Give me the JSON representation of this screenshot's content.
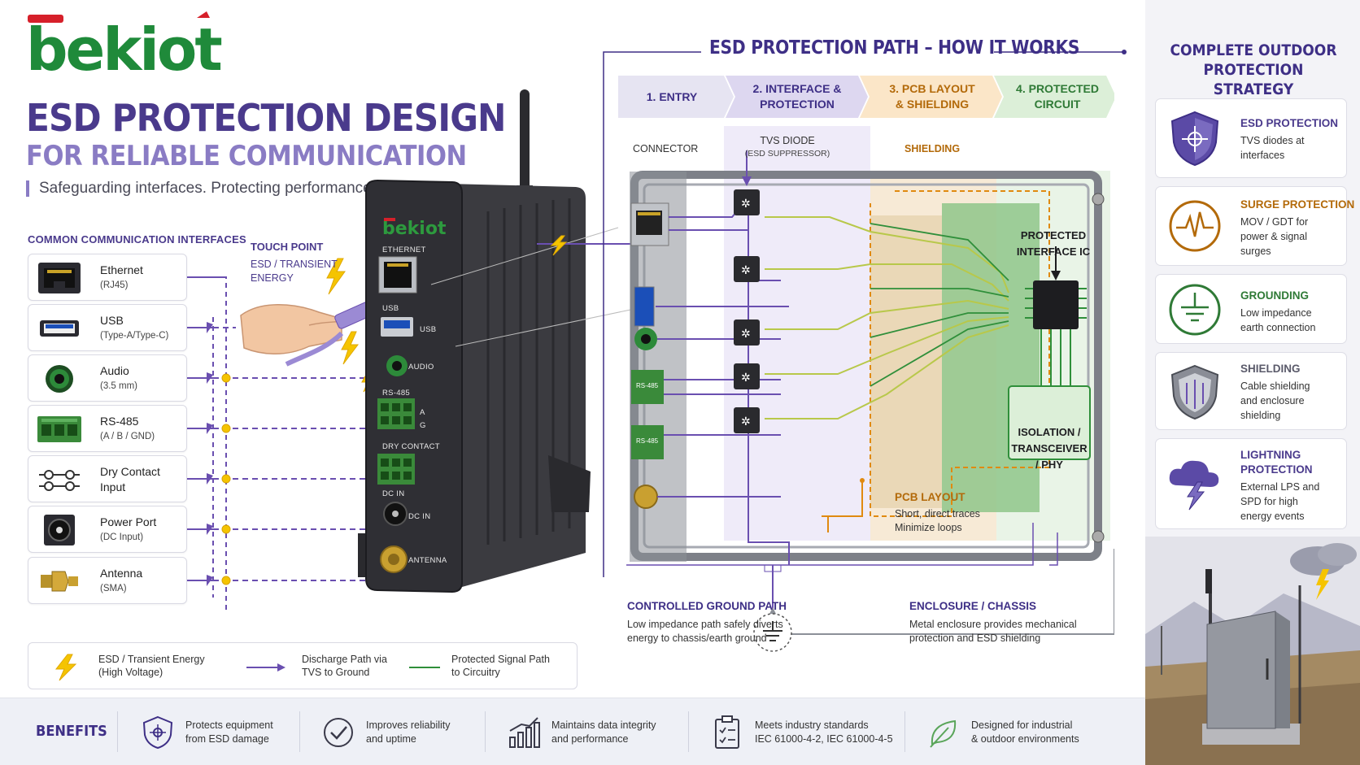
{
  "brand": {
    "name": "bekiot"
  },
  "header": {
    "title": "ESD PROTECTION DESIGN",
    "subtitle": "FOR RELIABLE COMMUNICATION",
    "tagline": "Safeguarding interfaces. Protecting performance."
  },
  "interfaces": {
    "heading": "COMMON COMMUNICATION INTERFACES",
    "items": [
      {
        "name": "Ethernet",
        "detail": "(RJ45)",
        "icon": "ethernet-icon"
      },
      {
        "name": "USB",
        "detail": "(Type-A/Type-C)",
        "icon": "usb-icon"
      },
      {
        "name": "Audio",
        "detail": "(3.5 mm)",
        "icon": "audio-jack-icon"
      },
      {
        "name": "RS-485",
        "detail": "(A / B / GND)",
        "icon": "terminal-block-icon"
      },
      {
        "name": "Dry Contact",
        "detail": "Input",
        "icon": "dry-contact-icon"
      },
      {
        "name": "Power Port",
        "detail": "(DC Input)",
        "icon": "dc-jack-icon"
      },
      {
        "name": "Antenna",
        "detail": "(SMA)",
        "icon": "sma-connector-icon"
      }
    ]
  },
  "touch_point": {
    "title": "TOUCH POINT",
    "line1": "ESD / TRANSIENT",
    "line2": "ENERGY"
  },
  "device": {
    "brand": "bekiot",
    "labels": {
      "ethernet": "ETHERNET",
      "usb_top": "USB",
      "usb": "USB",
      "audio": "AUDIO",
      "rs485": "RS-485",
      "a": "A",
      "g": "G",
      "dry_contact": "DRY CONTACT",
      "dc_in_top": "DC IN",
      "dc_in": "DC IN",
      "antenna": "ANTENNA"
    }
  },
  "legend": {
    "esd_line1": "ESD / Transient Energy",
    "esd_line2": "(High Voltage)",
    "discharge_line1": "Discharge Path via",
    "discharge_line2": "TVS to Ground",
    "protected_line1": "Protected Signal Path",
    "protected_line2": "to Circuitry",
    "colors": {
      "esd": "#f5c400",
      "discharge": "#6a4fb0",
      "protected": "#2f8f3a"
    }
  },
  "esd_path": {
    "title": "ESD PROTECTION PATH – HOW IT WORKS",
    "stages": [
      {
        "line1": "1. ENTRY",
        "line2": "",
        "color": "#3e2f86",
        "bg": "#e6e4f2"
      },
      {
        "line1": "2. INTERFACE &",
        "line2": "PROTECTION",
        "color": "#3e2f86",
        "bg": "#ddd7f0"
      },
      {
        "line1": "3. PCB LAYOUT",
        "line2": "& SHIELDING",
        "color": "#b36a0a",
        "bg": "#fbe6c8"
      },
      {
        "line1": "4. PROTECTED",
        "line2": "CIRCUIT",
        "color": "#2f7a36",
        "bg": "#dcefd8"
      }
    ],
    "labels": {
      "connector": "CONNECTOR",
      "tvs_line1": "TVS DIODE",
      "tvs_line2": "(ESD SUPPRESSOR)",
      "shielding": "SHIELDING",
      "ic_line1": "PROTECTED",
      "ic_line2": "INTERFACE IC",
      "iso_line1": "ISOLATION /",
      "iso_line2": "TRANSCEIVER",
      "iso_line3": "/ PHY",
      "rs485_a": "RS-485",
      "rs485_b": "RS-485"
    },
    "pcb_layout": {
      "title": "PCB LAYOUT",
      "line1": "Short, direct traces",
      "line2": "Minimize loops"
    },
    "ground": {
      "title": "CONTROLLED GROUND PATH",
      "line1": "Low impedance path safely diverts",
      "line2": "energy to chassis/earth ground"
    },
    "enclosure": {
      "title": "ENCLOSURE / CHASSIS",
      "line1": "Metal enclosure provides mechanical",
      "line2": "protection and ESD shielding"
    }
  },
  "strategy": {
    "title_line1": "COMPLETE OUTDOOR",
    "title_line2": "PROTECTION STRATEGY",
    "items": [
      {
        "title": "ESD PROTECTION",
        "lines": [
          "TVS diodes at",
          "interfaces"
        ],
        "color": "#4a3a8c",
        "icon": "shield-chip-icon"
      },
      {
        "title": "SURGE PROTECTION",
        "lines": [
          "MOV / GDT for",
          "power & signal",
          "surges"
        ],
        "color": "#b36a0a",
        "icon": "surge-wave-icon"
      },
      {
        "title": "GROUNDING",
        "lines": [
          "Low impedance",
          "earth connection"
        ],
        "color": "#2f7a36",
        "icon": "ground-symbol-icon"
      },
      {
        "title": "SHIELDING",
        "lines": [
          "Cable shielding",
          "and enclosure",
          "shielding"
        ],
        "color": "#5a5a6a",
        "icon": "shield-icon"
      },
      {
        "title": "LIGHTNING",
        "title2": "PROTECTION",
        "lines": [
          "External LPS and",
          "SPD for high",
          "energy events"
        ],
        "color": "#4a3a8c",
        "icon": "lightning-cloud-icon"
      }
    ]
  },
  "benefits": {
    "heading": "BENEFITS",
    "items": [
      {
        "line1": "Protects equipment",
        "line2": "from ESD damage",
        "icon": "shield-chip-icon"
      },
      {
        "line1": "Improves reliability",
        "line2": "and uptime",
        "icon": "check-circle-icon"
      },
      {
        "line1": "Maintains data integrity",
        "line2": "and performance",
        "icon": "bar-chart-icon"
      },
      {
        "line1": "Meets industry standards",
        "line2": "IEC 61000-4-2, IEC 61000-4-5",
        "icon": "checklist-icon"
      },
      {
        "line1": "Designed for industrial",
        "line2": "& outdoor environments",
        "icon": "leaf-icon"
      }
    ]
  }
}
